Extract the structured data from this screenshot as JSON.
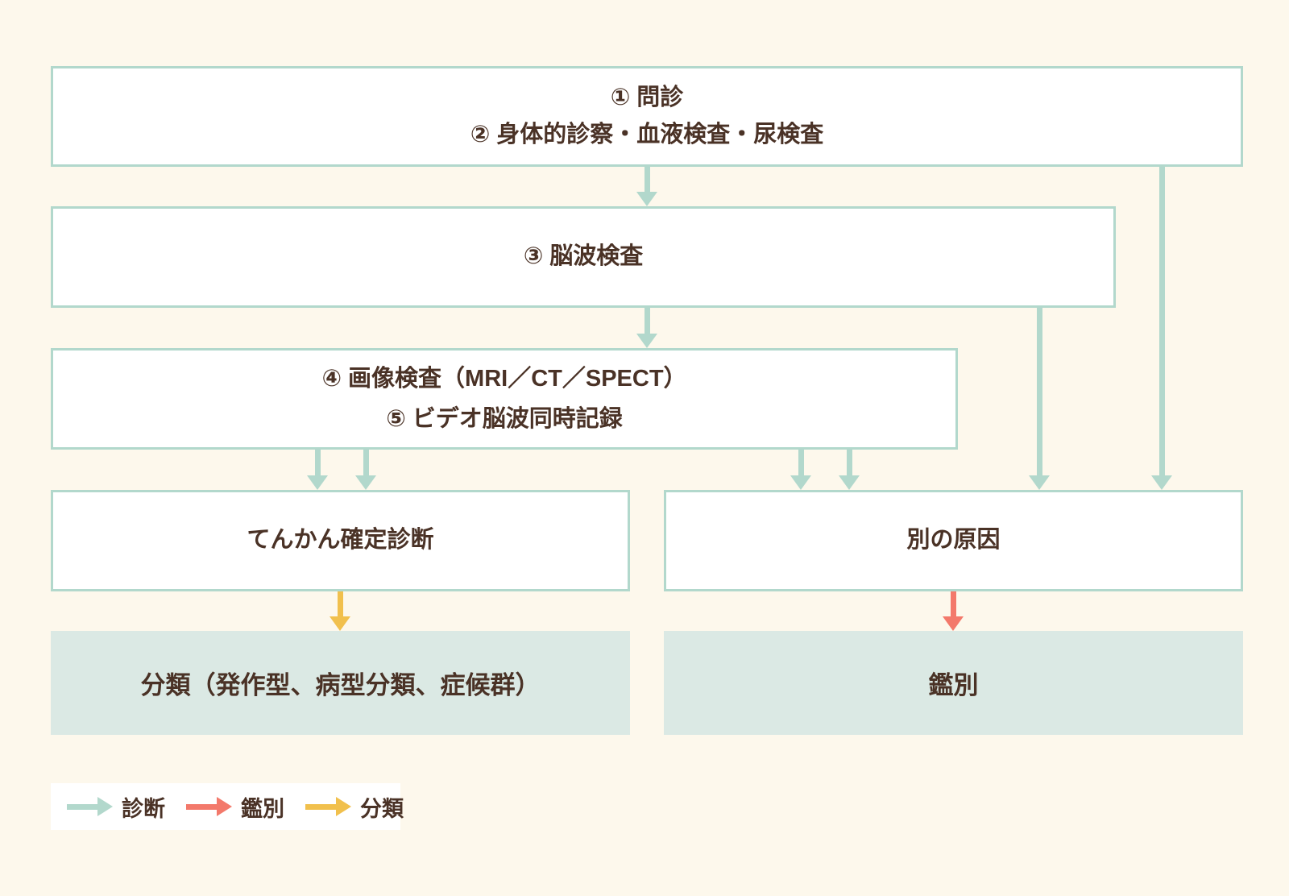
{
  "boxes": {
    "step1_line1": "① 問診",
    "step1_line2": "② 身体的診察・血液検査・尿検査",
    "step2": "③ 脳波検査",
    "step3_line1": "④ 画像検査（MRI／CT／SPECT）",
    "step3_line2": "⑤ ビデオ脳波同時記録",
    "diagnosis": "てんかん確定診断",
    "other_cause": "別の原因",
    "classification": "分類（発作型、病型分類、症候群）",
    "differential": "鑑別"
  },
  "legend": {
    "items": [
      {
        "label": "診断",
        "color": "#b2d8cc"
      },
      {
        "label": "鑑別",
        "color": "#f3796b"
      },
      {
        "label": "分類",
        "color": "#f1c04d"
      }
    ]
  },
  "colors": {
    "background": "#fdf8ec",
    "box_border": "#b2d8cc",
    "box_fill": "#ffffff",
    "result_box_fill": "#dbe9e4",
    "diagnosis_arrow": "#b2d8cc",
    "differential_arrow": "#f3796b",
    "classification_arrow": "#f1c04d",
    "text": "#4a3226"
  }
}
